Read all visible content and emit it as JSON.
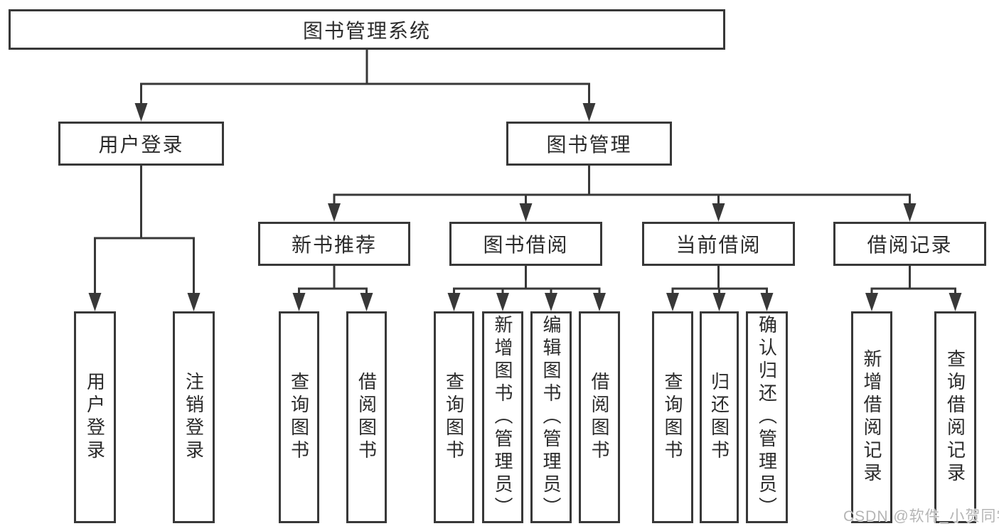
{
  "diagram": {
    "nodes": {
      "root": {
        "label": "图书管理系统"
      },
      "login": {
        "label": "用户登录"
      },
      "mgmt": {
        "label": "图书管理"
      },
      "rec": {
        "label": "新书推荐"
      },
      "borrow": {
        "label": "图书借阅"
      },
      "current": {
        "label": "当前借阅"
      },
      "history": {
        "label": "借阅记录"
      },
      "login_do": {
        "label": "用户登录"
      },
      "login_out": {
        "label": "注销登录"
      },
      "rec_query": {
        "label": "查询图书"
      },
      "rec_borrow": {
        "label": "借阅图书"
      },
      "b_query": {
        "label": "查询图书"
      },
      "b_add": {
        "label": "新增图书（管理员）"
      },
      "b_edit": {
        "label": "编辑图书（管理员）"
      },
      "b_borrow": {
        "label": "借阅图书"
      },
      "c_query": {
        "label": "查询图书"
      },
      "c_return": {
        "label": "归还图书"
      },
      "c_confirm": {
        "label": "确认归还（管理员）"
      },
      "h_add": {
        "label": "新增借阅记录"
      },
      "h_query": {
        "label": "查询借阅记录"
      }
    },
    "edges": [
      [
        "root",
        "login"
      ],
      [
        "root",
        "mgmt"
      ],
      [
        "login",
        "login_do"
      ],
      [
        "login",
        "login_out"
      ],
      [
        "mgmt",
        "rec"
      ],
      [
        "mgmt",
        "borrow"
      ],
      [
        "mgmt",
        "current"
      ],
      [
        "mgmt",
        "history"
      ],
      [
        "rec",
        "rec_query"
      ],
      [
        "rec",
        "rec_borrow"
      ],
      [
        "borrow",
        "b_query"
      ],
      [
        "borrow",
        "b_add"
      ],
      [
        "borrow",
        "b_edit"
      ],
      [
        "borrow",
        "b_borrow"
      ],
      [
        "current",
        "c_query"
      ],
      [
        "current",
        "c_return"
      ],
      [
        "current",
        "c_confirm"
      ],
      [
        "history",
        "h_add"
      ],
      [
        "history",
        "h_query"
      ]
    ]
  },
  "watermark": {
    "text": "CSDN @软件_小贺同学"
  },
  "colors": {
    "line": "#383838",
    "text": "#2b2b2b",
    "watermark": "#b5b5b5",
    "node_bg": "#ffffff",
    "background": "#ffffff"
  }
}
